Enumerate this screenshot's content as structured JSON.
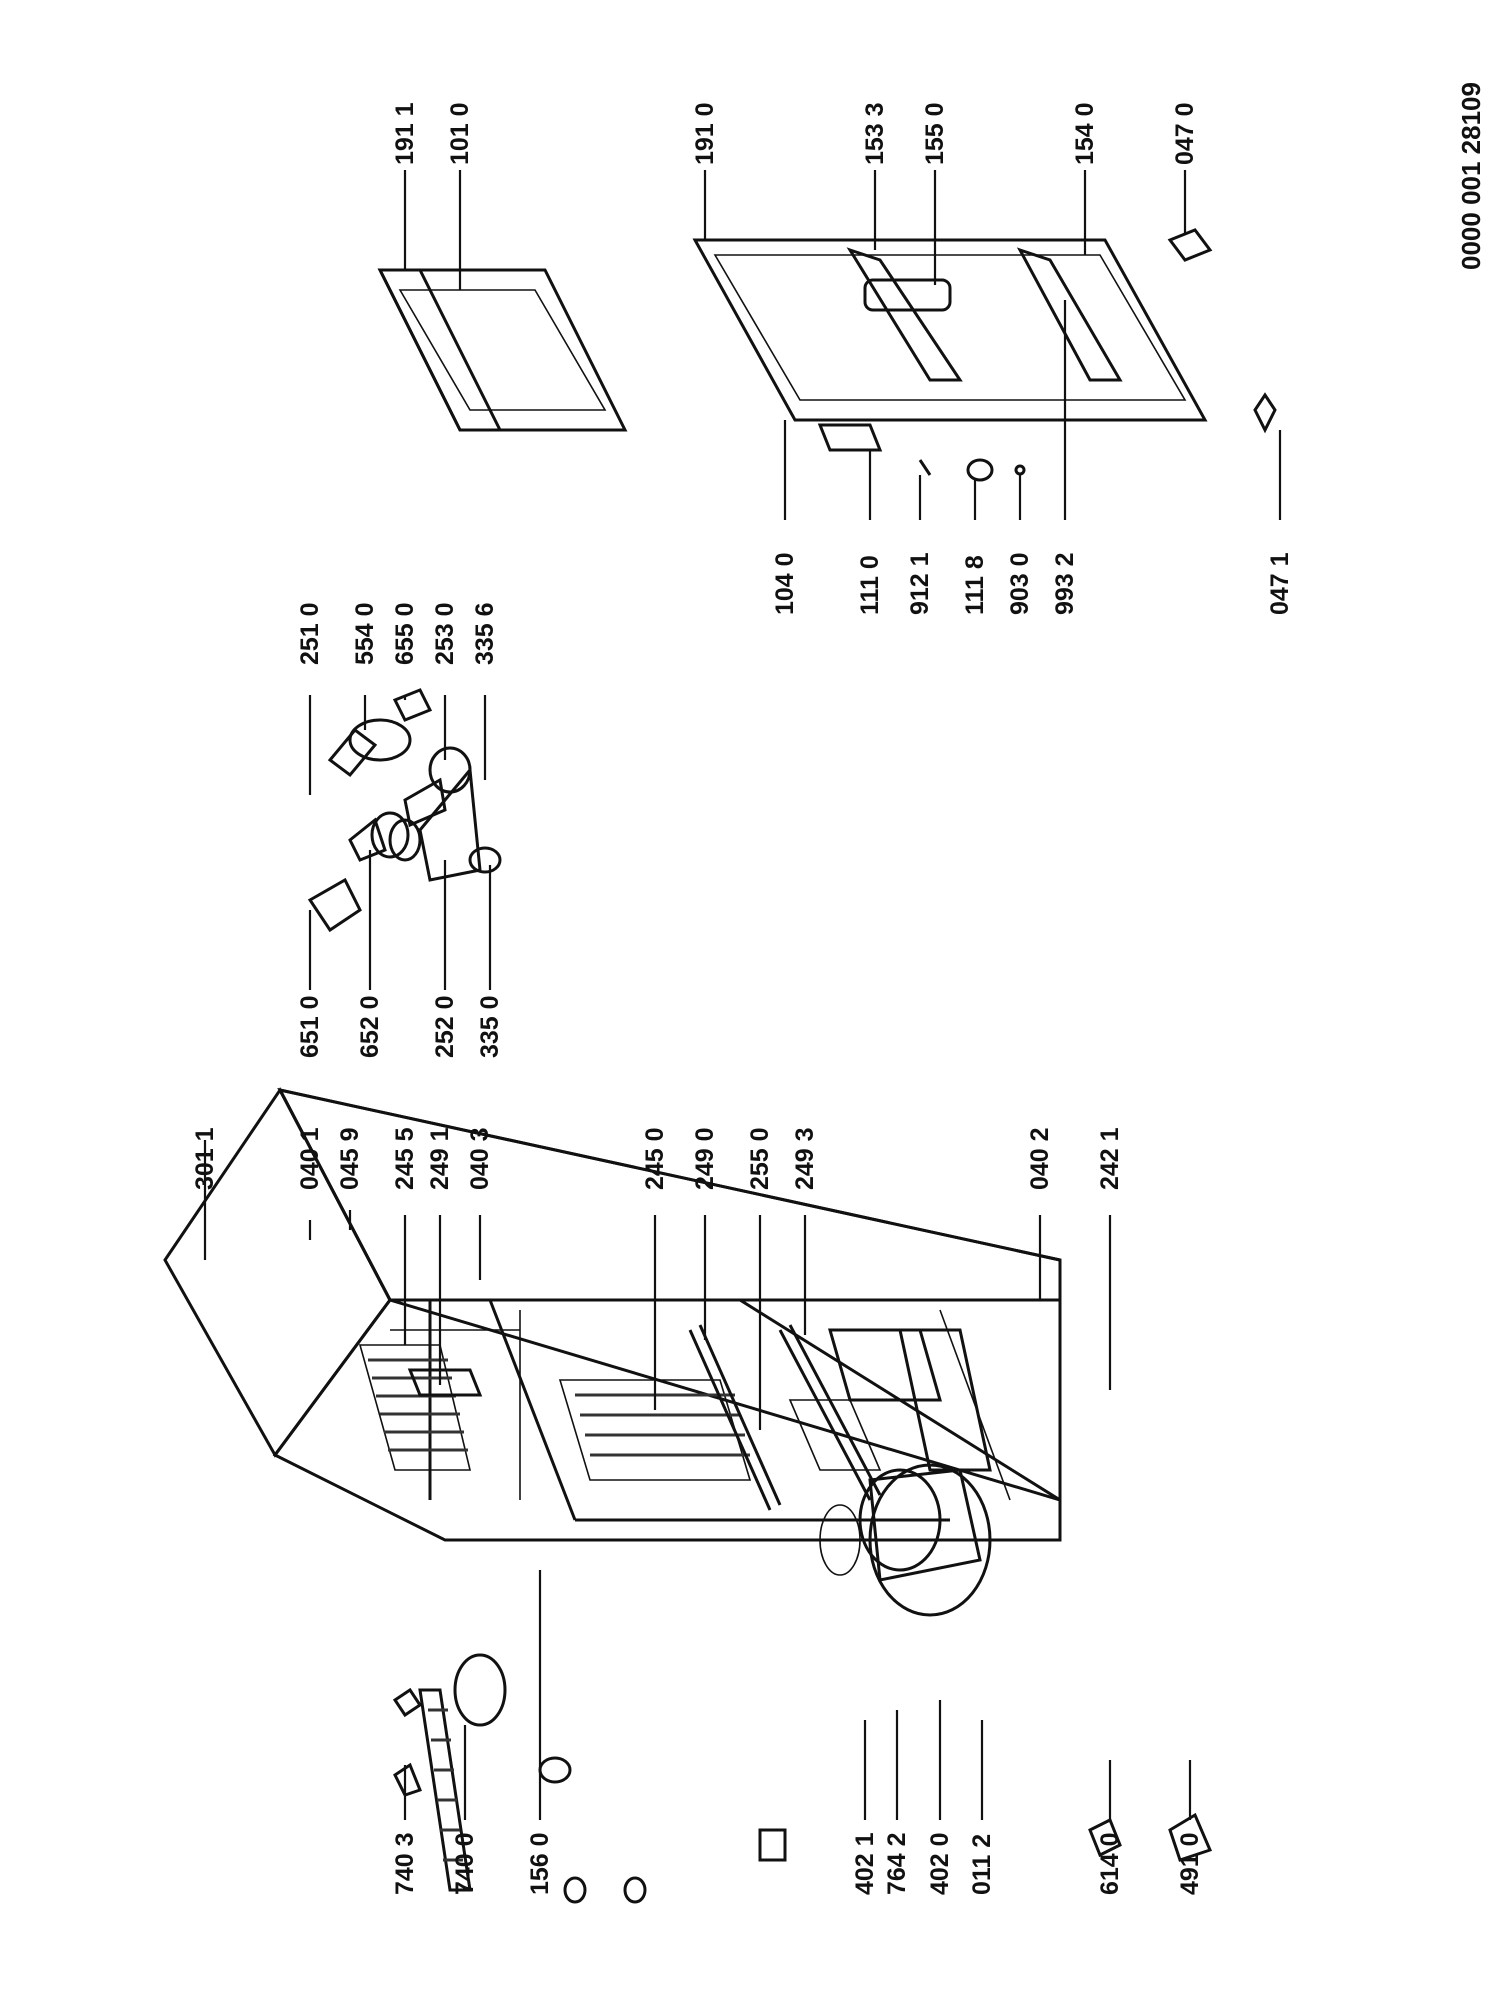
{
  "document_code": "0000 001 28109",
  "labels": {
    "l7403": "740 3",
    "l7400": "740 0",
    "l1560": "156 0",
    "l4021": "402 1",
    "l7642": "764 2",
    "l4020": "402 0",
    "l0112": "011 2",
    "l6140": "614 0",
    "l4910": "491 0",
    "l3011": "301 1",
    "l0401": "040 1",
    "l0459": "045 9",
    "l2455": "245 5",
    "l2491": "249 1",
    "l0403": "040 3",
    "l2450": "245 0",
    "l2490": "249 0",
    "l2550": "255 0",
    "l2493": "249 3",
    "l0402": "040 2",
    "l2421": "242 1",
    "l6510": "651 0",
    "l6520": "652 0",
    "l2520": "252 0",
    "l3350": "335 0",
    "l2510": "251 0",
    "l5540": "554 0",
    "l6550": "655 0",
    "l2530": "253 0",
    "l3356": "335 6",
    "l1040": "104 0",
    "l1110": "111 0",
    "l9121": "912 1",
    "l1118": "111 8",
    "l9030": "903 0",
    "l9932": "993 2",
    "l0471": "047 1",
    "l1911": "191 1",
    "l1010": "101 0",
    "l1910": "191 0",
    "l1533": "153 3",
    "l1550": "155 0",
    "l1540": "154 0",
    "l0470": "047 0"
  }
}
